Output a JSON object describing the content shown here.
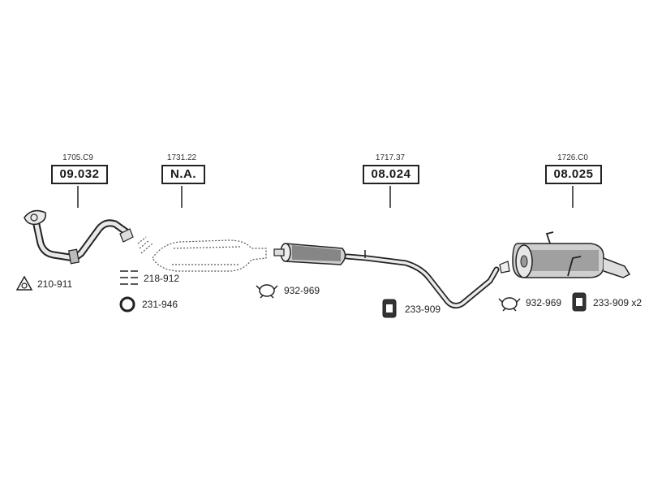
{
  "sections": [
    {
      "code": "1705.C9",
      "part": "09.032"
    },
    {
      "code": "1731.22",
      "part": "N.A."
    },
    {
      "code": "1717.37",
      "part": "08.024"
    },
    {
      "code": "1726.C0",
      "part": "08.025"
    }
  ],
  "accessories": [
    {
      "number": "210-911",
      "icon": "triangle-gasket-icon"
    },
    {
      "number": "218-912",
      "icon": "mounting-kit-icon"
    },
    {
      "number": "231-946",
      "icon": "ring-gasket-icon"
    },
    {
      "number": "932-969",
      "icon": "clamp-icon"
    },
    {
      "number": "233-909",
      "icon": "rubber-hanger-icon"
    },
    {
      "number": "932-969",
      "icon": "clamp-icon"
    },
    {
      "number": "233-909 x2",
      "icon": "rubber-hanger-icon"
    }
  ],
  "colors": {
    "line": "#222222",
    "part_fill": "#dcdcdc",
    "part_dark": "#555555"
  }
}
